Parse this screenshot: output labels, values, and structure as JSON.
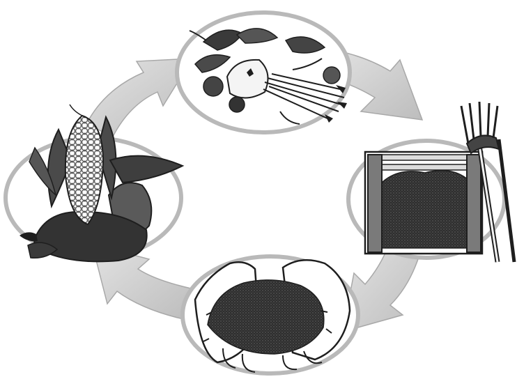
{
  "diagram": {
    "type": "cycle",
    "stages": [
      {
        "id": "scraps",
        "icon": "vegetable-scraps-icon"
      },
      {
        "id": "bin",
        "icon": "compost-bin-icon"
      },
      {
        "id": "compost",
        "icon": "hands-holding-compost-icon"
      },
      {
        "id": "harvest",
        "icon": "corn-and-vegetables-icon"
      }
    ],
    "arrow_direction": "clockwise",
    "colors": {
      "background": "#ffffff",
      "ring": "#b9b9b9",
      "arrow": "#cfcfcf",
      "ink": "#1e1e1e",
      "dark_fill": "#3a3a3a"
    }
  }
}
